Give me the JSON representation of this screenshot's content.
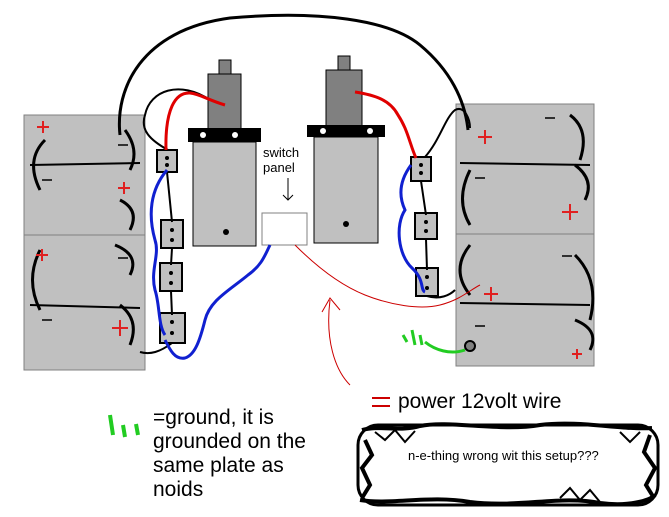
{
  "labels": {
    "switch_panel_line1": "switch",
    "switch_panel_line2": "panel",
    "power_legend": "power 12volt wire",
    "ground_legend_line1": "=ground, it is",
    "ground_legend_line2": "grounded on the",
    "ground_legend_line3": "same plate as",
    "ground_legend_line4": "noids",
    "question": "n-e-thing wrong wit this setup???"
  },
  "colors": {
    "battery_fill": "#c0c0c0",
    "battery_plus": "#e02020",
    "solenoid_body": "#c0c0c0",
    "solenoid_motor": "#808080",
    "mount_plate": "#000000",
    "terminal_block": "#c0c0c0",
    "ground_wire": "#22cc22",
    "power_wire": "#cc0000",
    "signal_wire": "#1020d0",
    "red_wire": "#e00000",
    "black_wire": "#000000"
  }
}
